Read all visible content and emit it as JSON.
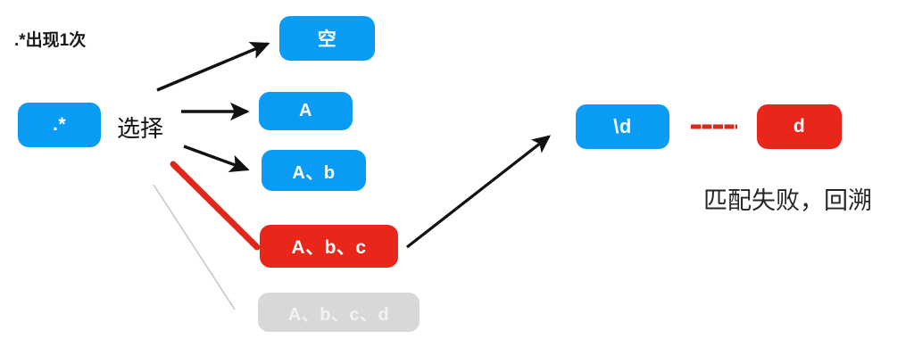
{
  "diagram": {
    "title": ".*出现1次",
    "choose_label": "选择",
    "failure_label": "匹配失败，回溯",
    "colors": {
      "blue": "#0a9cf5",
      "red": "#e8261a",
      "gray": "#d8d8d8",
      "arrow": "#111111",
      "strike": "#e02718",
      "faint_line": "#cccccc",
      "background": "#ffffff",
      "text": "#1a1a1a"
    },
    "nodes": [
      {
        "id": "dotstar",
        "label": ".*",
        "style": "blue"
      },
      {
        "id": "empty",
        "label": "空",
        "style": "blue"
      },
      {
        "id": "a",
        "label": "A",
        "style": "blue"
      },
      {
        "id": "ab",
        "label": "A、b",
        "style": "blue"
      },
      {
        "id": "abc",
        "label": "A、b、c",
        "style": "red"
      },
      {
        "id": "abcd",
        "label": "A、b、c、d",
        "style": "gray"
      },
      {
        "id": "slashd",
        "label": "\\d",
        "style": "blue"
      },
      {
        "id": "d",
        "label": "d",
        "style": "red"
      }
    ],
    "connectors": [
      {
        "id": "arrow-dotstar-to-empty",
        "kind": "arrow",
        "from": "dotstar",
        "to": "empty"
      },
      {
        "id": "arrow-dotstar-to-a",
        "kind": "arrow",
        "from": "dotstar",
        "to": "a"
      },
      {
        "id": "arrow-dotstar-to-ab",
        "kind": "arrow",
        "from": "dotstar",
        "to": "ab"
      },
      {
        "id": "strike-to-abc",
        "kind": "red-stroke",
        "from": "dotstar",
        "to": "abc"
      },
      {
        "id": "faint-to-abcd",
        "kind": "faint-line",
        "from": "dotstar",
        "to": "abcd"
      },
      {
        "id": "arrow-abc-to-slashd",
        "kind": "arrow",
        "from": "abc",
        "to": "slashd"
      },
      {
        "id": "mismatch-slashd-d",
        "kind": "red-dash",
        "from": "slashd",
        "to": "d"
      }
    ]
  }
}
